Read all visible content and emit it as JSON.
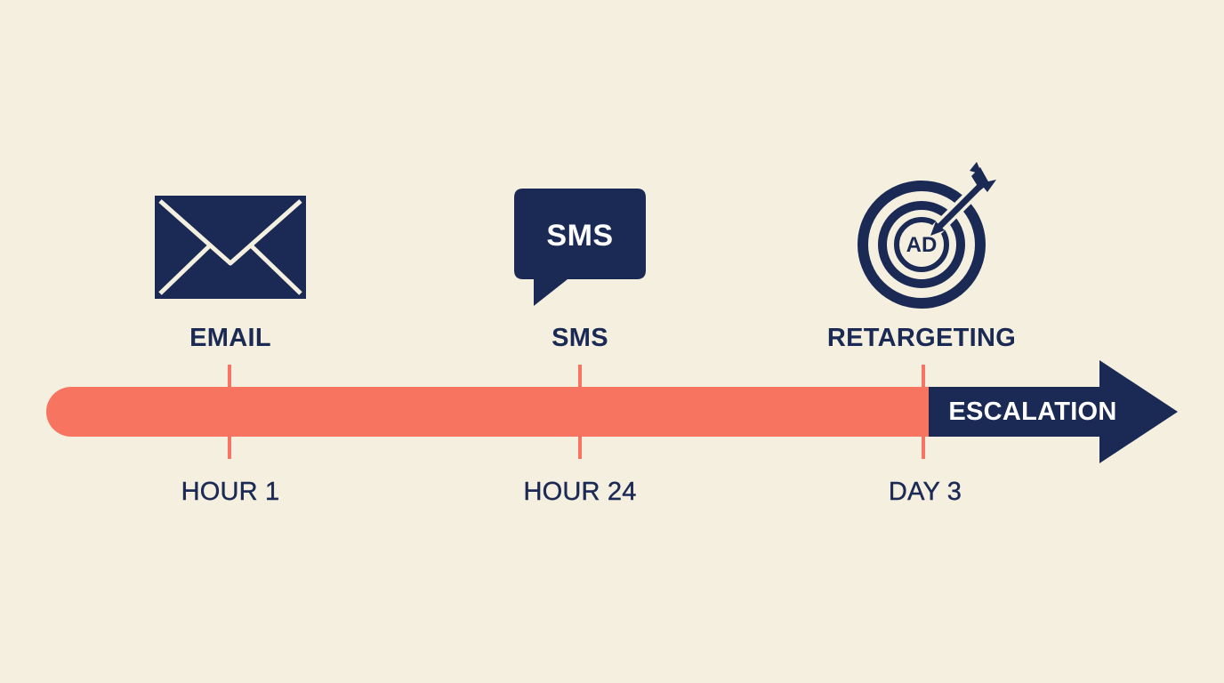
{
  "colors": {
    "background": "#f4efdf",
    "navy": "#1b2a55",
    "timeline": "#f77560",
    "white": "#ffffff"
  },
  "steps": [
    {
      "icon": "envelope-icon",
      "label": "EMAIL",
      "time": "HOUR 1"
    },
    {
      "icon": "chat-bubble-icon",
      "label": "SMS",
      "time": "HOUR 24",
      "icon_text": "SMS"
    },
    {
      "icon": "target-arrow-icon",
      "label": "RETARGETING",
      "time": "DAY 3",
      "icon_text": "AD"
    }
  ],
  "escalation": {
    "label": "ESCALATION"
  }
}
